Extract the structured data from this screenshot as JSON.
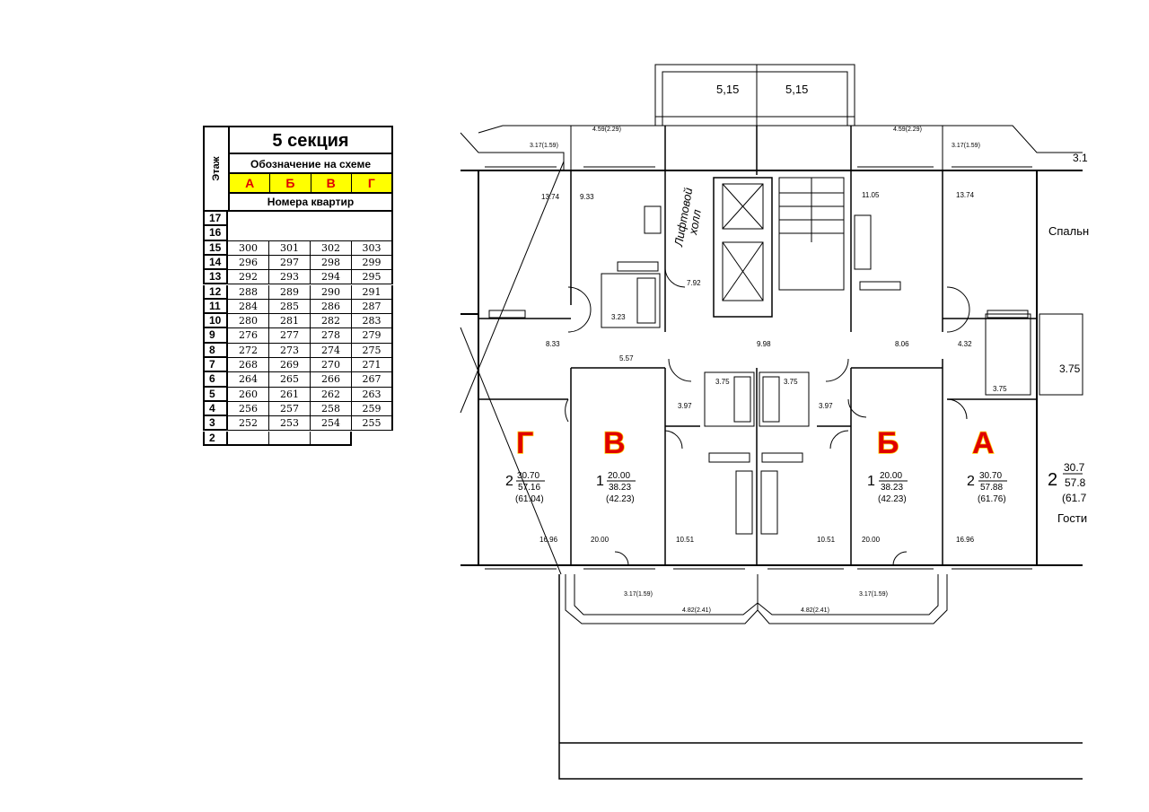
{
  "table": {
    "section_title": "5 секция",
    "floor_header": "Этаж",
    "legend_caption": "Обозначение на схеме",
    "apartment_caption": "Номера квартир",
    "letters": [
      "А",
      "Б",
      "В",
      "Г"
    ],
    "rows": [
      {
        "floor": "17",
        "apts": [
          "",
          "",
          "",
          ""
        ]
      },
      {
        "floor": "16",
        "apts": [
          "",
          "",
          "",
          ""
        ]
      },
      {
        "floor": "15",
        "apts": [
          "300",
          "301",
          "302",
          "303"
        ]
      },
      {
        "floor": "14",
        "apts": [
          "296",
          "297",
          "298",
          "299"
        ]
      },
      {
        "floor": "13",
        "apts": [
          "292",
          "293",
          "294",
          "295"
        ]
      },
      {
        "floor": "12",
        "apts": [
          "288",
          "289",
          "290",
          "291"
        ]
      },
      {
        "floor": "11",
        "apts": [
          "284",
          "285",
          "286",
          "287"
        ]
      },
      {
        "floor": "10",
        "apts": [
          "280",
          "281",
          "282",
          "283"
        ]
      },
      {
        "floor": "9",
        "apts": [
          "276",
          "277",
          "278",
          "279"
        ]
      },
      {
        "floor": "8",
        "apts": [
          "272",
          "273",
          "274",
          "275"
        ]
      },
      {
        "floor": "7",
        "apts": [
          "268",
          "269",
          "270",
          "271"
        ]
      },
      {
        "floor": "6",
        "apts": [
          "264",
          "265",
          "266",
          "267"
        ]
      },
      {
        "floor": "5",
        "apts": [
          "260",
          "261",
          "262",
          "263"
        ]
      },
      {
        "floor": "4",
        "apts": [
          "256",
          "257",
          "258",
          "259"
        ]
      },
      {
        "floor": "3",
        "apts": [
          "252",
          "253",
          "254",
          "255"
        ]
      },
      {
        "floor": "2",
        "apts": [
          "",
          "",
          "",
          ""
        ]
      }
    ]
  },
  "plan": {
    "apartment_letters": [
      "Г",
      "В",
      "Б",
      "А"
    ],
    "lift_hall_label_1": "Лифтовой",
    "lift_hall_label_2": "холл",
    "room_labels": {
      "spalnya": "Спальн",
      "gostin": "Гости"
    },
    "top_balconies": [
      "5,15",
      "5,15"
    ],
    "balcony_small": [
      "4.59(2.29)",
      "4.59(2.29)",
      "3.17(1.59)",
      "3.17(1.59)",
      "3.1"
    ],
    "room_areas_top": [
      "13.74",
      "9.33",
      "11.05",
      "13.74"
    ],
    "corridor_areas": [
      "7.92",
      "3.23",
      "8.33",
      "5.57",
      "9.98",
      "8.06",
      "4.32",
      "3.75",
      "3.75"
    ],
    "bath_areas": [
      "3.75",
      "3.75",
      "3.97",
      "3.97"
    ],
    "apartments": [
      {
        "rooms": "2",
        "living": "30.70",
        "total": "57.16",
        "with_balcony": "(61.04)"
      },
      {
        "rooms": "1",
        "living": "20.00",
        "total": "38.23",
        "with_balcony": "(42.23)"
      },
      {
        "rooms": "1",
        "living": "20.00",
        "total": "38.23",
        "with_balcony": "(42.23)"
      },
      {
        "rooms": "2",
        "living": "30.70",
        "total": "57.88",
        "with_balcony": "(61.76)"
      },
      {
        "rooms": "2",
        "living": "30.7",
        "total": "57.8",
        "with_balcony": "(61.7"
      }
    ],
    "room_areas_bottom": [
      "16.96",
      "20.00",
      "10.51",
      "10.51",
      "20.00",
      "16.96"
    ],
    "bottom_balconies": [
      "3.17(1.59)",
      "4.82(2.41)",
      "4.82(2.41)",
      "3.17(1.59)"
    ]
  }
}
